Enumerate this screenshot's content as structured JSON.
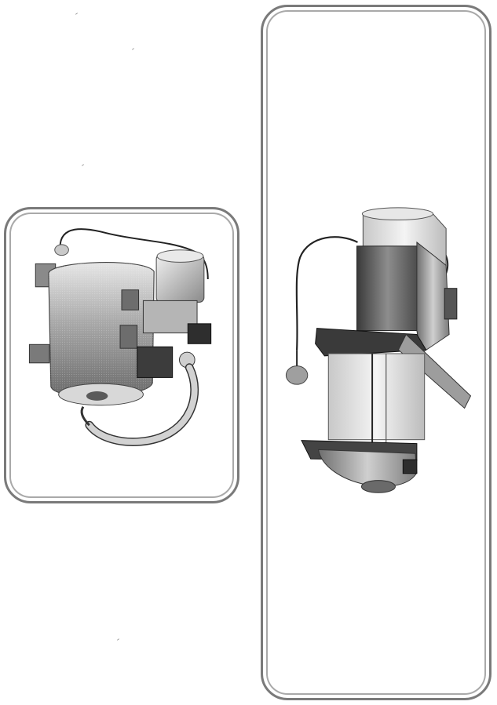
{
  "document": {
    "type": "assembly-illustration",
    "panels": [
      {
        "id": "left",
        "subject": "motor-tank-assembly-front-view"
      },
      {
        "id": "right",
        "subject": "motor-assembly-vertical-view"
      }
    ]
  },
  "colors": {
    "frame_outer": "#7a7a7a",
    "frame_inner": "#a9a9a9",
    "metal_dark": "#3f3f3f",
    "metal_mid": "#9c9c9c",
    "metal_light": "#dcdcdc",
    "background": "#ffffff"
  }
}
